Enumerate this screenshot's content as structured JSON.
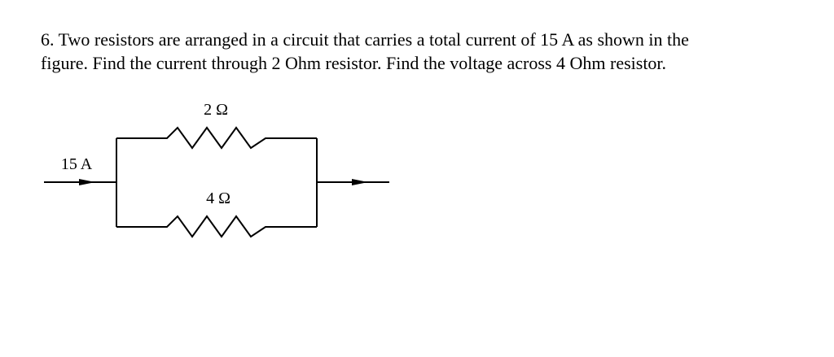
{
  "question": {
    "line1": "6. Two resistors are arranged in a circuit that carries a total current of 15 A as shown in the",
    "line2": "figure.  Find the current through 2 Ohm resistor.  Find the voltage across 4 Ohm resistor."
  },
  "circuit": {
    "current_label": "15 A",
    "resistor_top_label": "2 Ω",
    "resistor_bottom_label": "4 Ω",
    "line_color": "#000000"
  }
}
